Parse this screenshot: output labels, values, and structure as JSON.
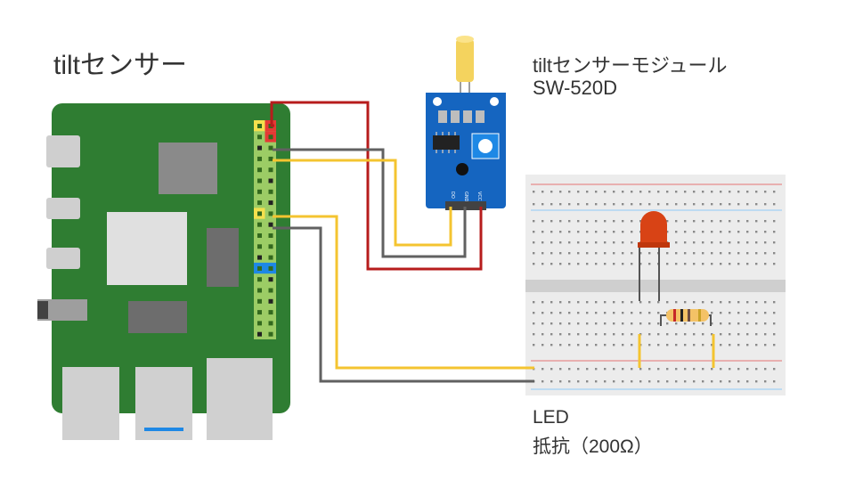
{
  "title": "tiltセンサー",
  "module": {
    "line1": "tiltセンサーモジュール",
    "line2": "SW-520D",
    "pins": [
      "DO",
      "GND",
      "VCC"
    ]
  },
  "led_label": "LED",
  "resistor_label": "抵抗（200Ω）",
  "colors": {
    "board": "#2f7d32",
    "module": "#1565c0",
    "wire_red": "#b71c1c",
    "wire_gray": "#616161",
    "wire_yellow": "#f4c430",
    "led": "#d84315"
  }
}
